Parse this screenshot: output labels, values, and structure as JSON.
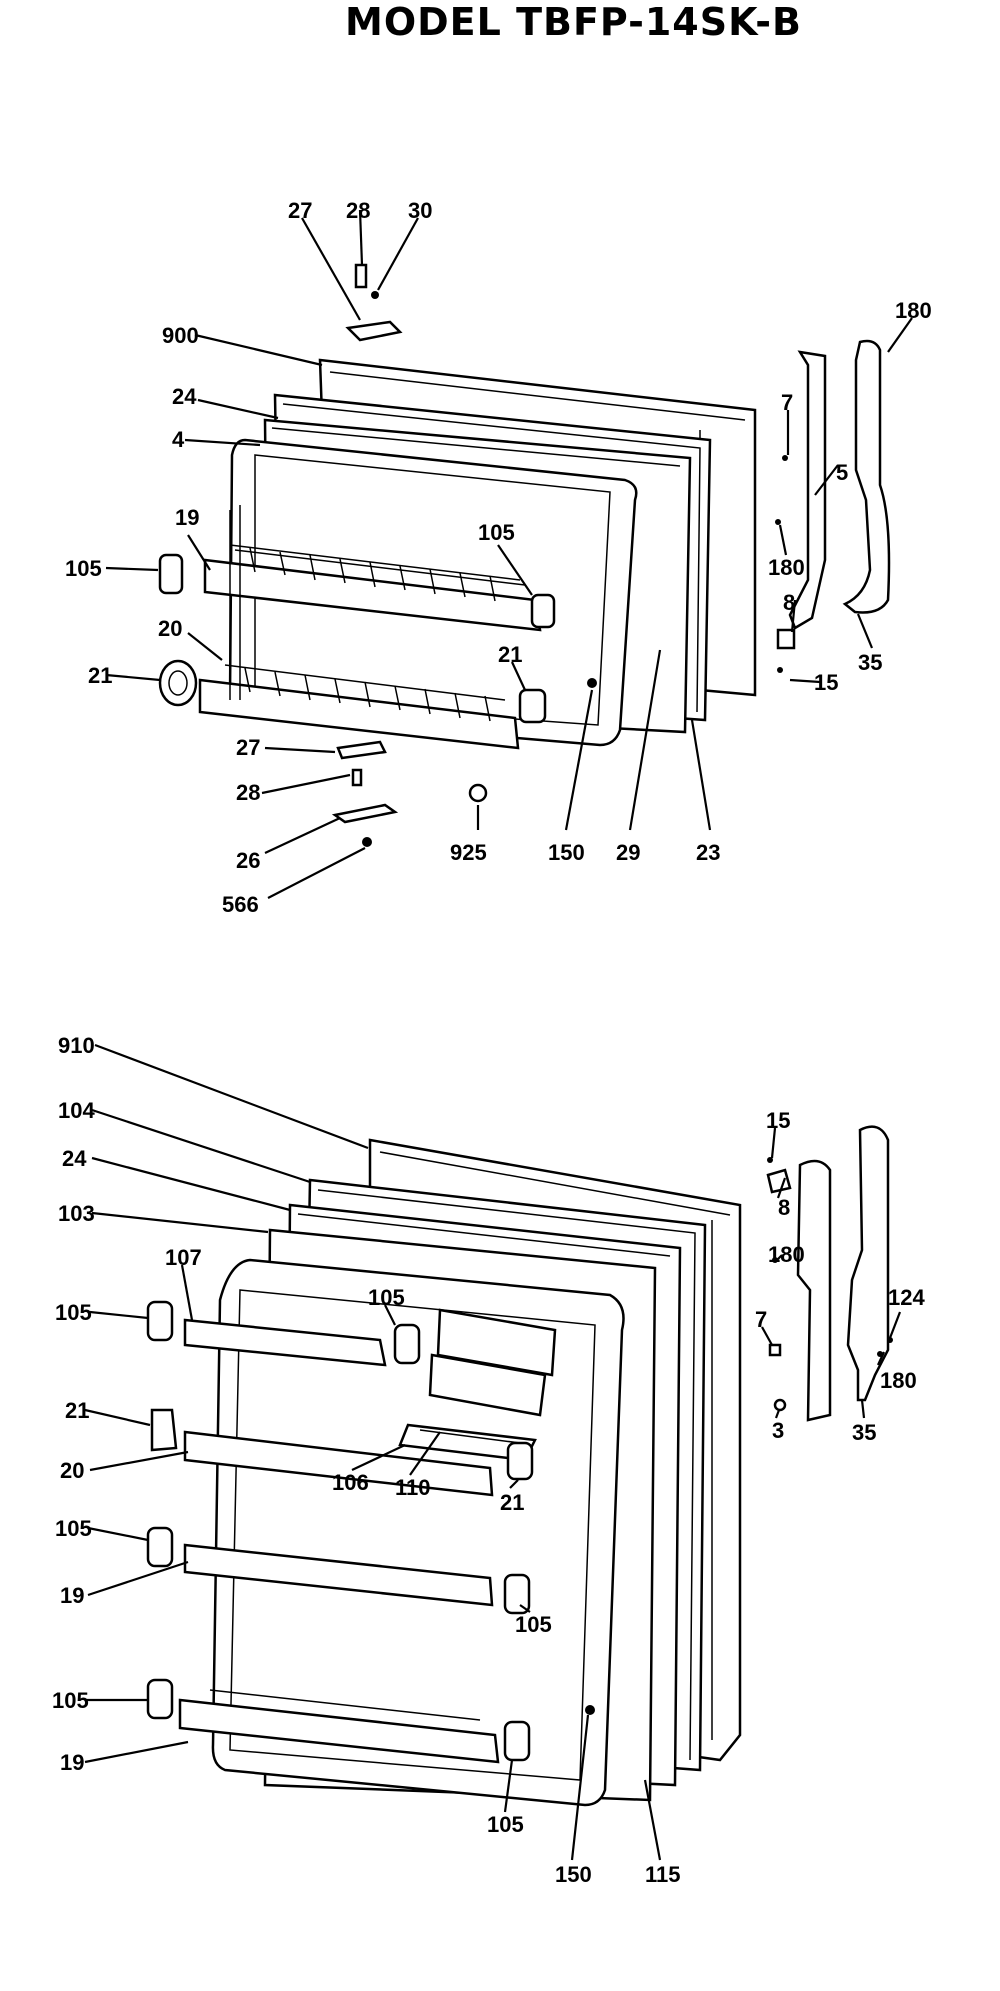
{
  "title": "MODEL TBFP-14SK-B",
  "freezer_door": {
    "labels": [
      "27",
      "28",
      "30",
      "900",
      "180",
      "24",
      "4",
      "7",
      "5",
      "19",
      "105",
      "180",
      "105",
      "8",
      "20",
      "21",
      "35",
      "21",
      "15",
      "27",
      "28",
      "925",
      "150",
      "29",
      "23",
      "26",
      "566"
    ]
  },
  "fresh_food_door": {
    "labels": [
      "910",
      "104",
      "15",
      "24",
      "8",
      "103",
      "107",
      "180",
      "105",
      "105",
      "124",
      "7",
      "21",
      "180",
      "20",
      "3",
      "35",
      "106",
      "110",
      "21",
      "105",
      "19",
      "105",
      "105",
      "19",
      "105",
      "150",
      "115"
    ]
  }
}
